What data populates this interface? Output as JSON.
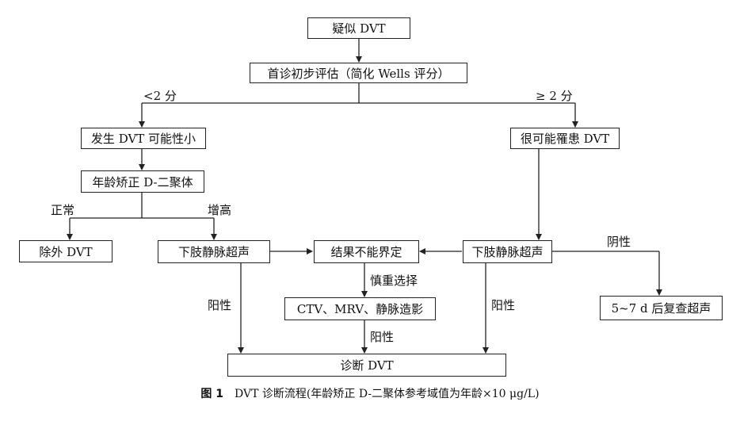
{
  "nodes": {
    "suspect": "疑似 DVT",
    "assess": "首诊初步评估（简化 Wells 评分）",
    "low_prob": "发生 DVT 可能性小",
    "high_prob": "很可能罹患 DVT",
    "ddimer": "年龄矫正 D-二聚体",
    "exclude": "除外 DVT",
    "us_left": "下肢静脉超声",
    "indeterminate": "结果不能界定",
    "us_right": "下肢静脉超声",
    "imaging": "CTV、MRV、静脉造影",
    "recheck": "5~7 d 后复查超声",
    "diagnose": "诊断 DVT"
  },
  "edge_labels": {
    "lt2": "<2 分",
    "ge2": "≥ 2 分",
    "normal": "正常",
    "elevated": "增高",
    "positive_left": "阳性",
    "careful": "慎重选择",
    "positive_mid": "阳性",
    "positive_right": "阳性",
    "negative": "阴性"
  },
  "caption": {
    "figure": "图 1",
    "text": "DVT 诊断流程(年龄矫正 D-二聚体参考域值为年龄×10 μg/L)"
  }
}
